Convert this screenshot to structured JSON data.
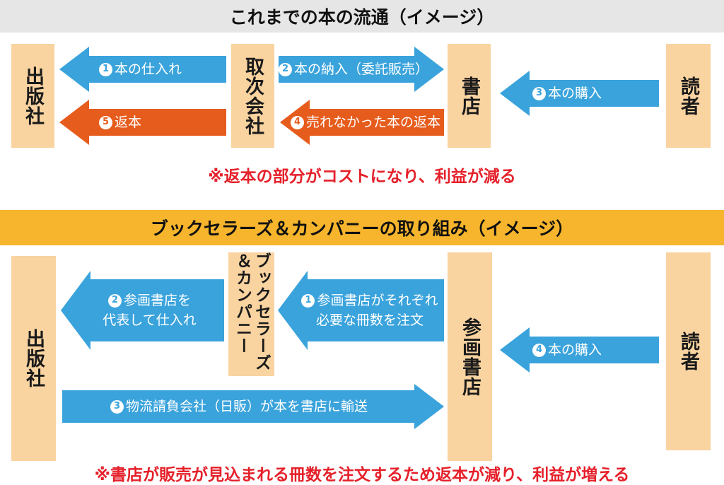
{
  "top": {
    "title": "これまでの本の流通（イメージ）",
    "publisher": "出版社",
    "distributor": "取次会社",
    "bookstore": "書店",
    "reader": "読者",
    "flows": [
      {
        "num": "1",
        "label": "本の仕入れ"
      },
      {
        "num": "2",
        "label": "本の納入（委託販売）"
      },
      {
        "num": "3",
        "label": "本の購入"
      },
      {
        "num": "4",
        "label": "売れなかった本の返本"
      },
      {
        "num": "5",
        "label": "返本"
      }
    ],
    "note": "※返本の部分がコストになり、利益が減る"
  },
  "bottom": {
    "title": "ブックセラーズ＆カンパニーの取り組み（イメージ）",
    "publisher": "出版社",
    "company": "ブックセラーズ＆カンパニー",
    "bookstore": "参画書店",
    "reader": "読者",
    "flows": [
      {
        "num": "1",
        "label_line1": "参画書店がそれぞれ",
        "label_line2": "必要な冊数を注文"
      },
      {
        "num": "2",
        "label_line1": "参画書店を",
        "label_line2": "代表して仕入れ"
      },
      {
        "num": "3",
        "label": "物流請負会社（日販）が本を書店に輸送"
      },
      {
        "num": "4",
        "label": "本の購入"
      }
    ],
    "note": "※書店が販売が見込まれる冊数を注文するため返本が減り、利益が増える"
  },
  "colors": {
    "flow_arrow": "#3aa3dc",
    "return_arrow": "#e65c1d",
    "entity_box": "#f9d3a0",
    "top_band": "#e6e6e6",
    "bottom_band": "#f6b52c",
    "note_text": "#e5202a"
  }
}
